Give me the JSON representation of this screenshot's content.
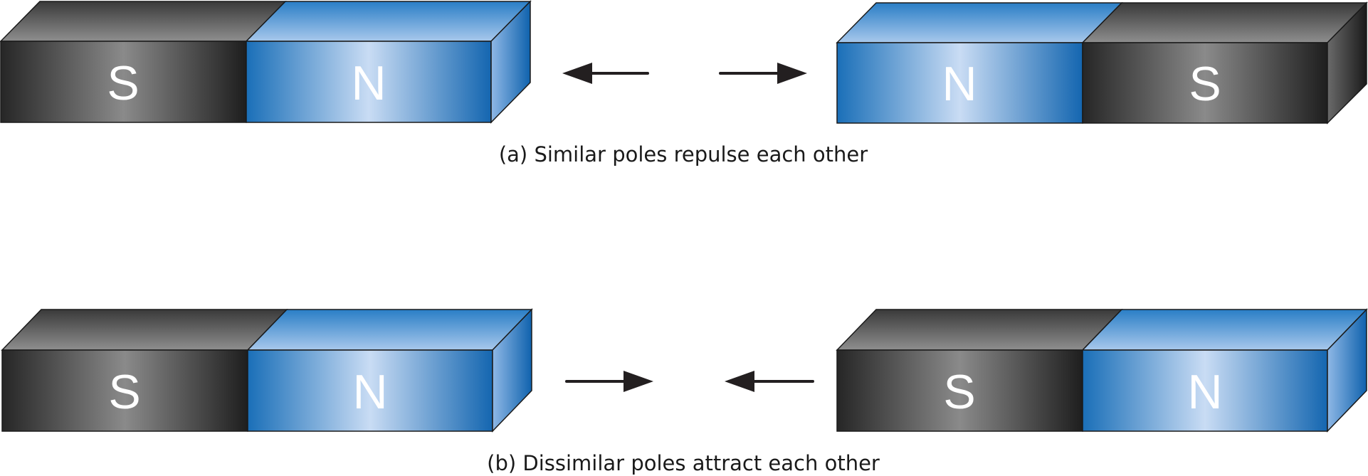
{
  "panel_a": {
    "caption": "(a) Similar poles repulse each other",
    "left_magnet": {
      "left_pole": "S",
      "right_pole": "N"
    },
    "right_magnet": {
      "left_pole": "N",
      "right_pole": "S"
    },
    "arrows": [
      "pointing-left",
      "pointing-right"
    ]
  },
  "panel_b": {
    "caption": "(b) Dissimilar poles attract each other",
    "left_magnet": {
      "left_pole": "S",
      "right_pole": "N"
    },
    "right_magnet": {
      "left_pole": "S",
      "right_pole": "N"
    },
    "arrows": [
      "pointing-right",
      "pointing-left"
    ]
  },
  "colors": {
    "north_pole": "#1f74bd",
    "north_pole_highlight": "#c9dcf4",
    "south_pole": "#2a2a2a",
    "south_pole_highlight": "#8a8a8a",
    "arrow": "#231f20"
  }
}
